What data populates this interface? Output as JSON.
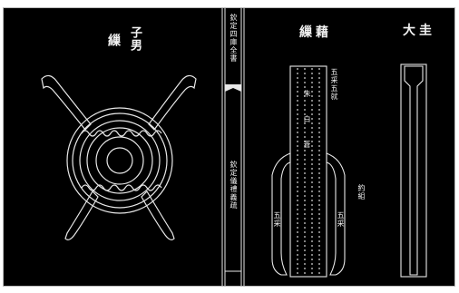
{
  "left_page": {
    "caption_main": "繅",
    "caption_sub": "子男"
  },
  "center": {
    "book_title": "欽定四庫全書",
    "volume_title": "欽定儀禮義疏"
  },
  "right_page": {
    "caption_right": "大圭",
    "caption_left": "繅藉",
    "annotation_side": "約組",
    "annotation_top": "五采五就",
    "label_left_band": "五采",
    "label_right_band": "五采",
    "column_glyph": "朱白蒼"
  },
  "colors": {
    "ink_background": "#000000",
    "line": "#e8e8e8"
  }
}
